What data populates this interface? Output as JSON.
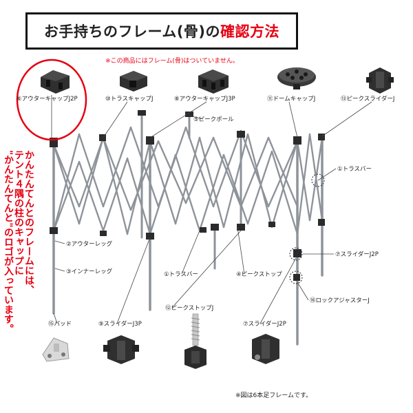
{
  "title": {
    "part1": "お手持ちのフレーム(骨)の",
    "part2": "確認方法"
  },
  "notice": "※この商品にはフレーム(骨)はついていません。",
  "side_note": {
    "lines": [
      "かんたんてんとのフレームには、",
      "テント４隅の柱のキャップに",
      "\"かんたんてんと\"のロゴが入っています。"
    ]
  },
  "parts": {
    "p6": "⑥アウターキャップJ2P",
    "p10": "⑩トラスキャップJ",
    "p8": "⑧アウターキャップJ3P",
    "p11": "⑪ドームキャップJ",
    "p13": "⑬ピークスライダーJ",
    "p5": "⑤ピークポール",
    "p1a": "①トラスバー",
    "p2": "②アウターレッグ",
    "p3": "③インナーレッグ",
    "p7a": "⑦スライダーJ2P",
    "p1b": "①トラスバー",
    "p4": "④ピークストップ",
    "p16": "⑯ロックアジャスターJ",
    "p12": "⑫ピークストップJ",
    "p15": "⑮パッド",
    "p9": "⑨スライダーJ3P",
    "p7b": "⑦スライダーJ2P"
  },
  "footnote": "※図は6本足フレームです。",
  "colors": {
    "accent": "#e60012",
    "frame": "#8e939a",
    "cap": "#2b2b2b"
  }
}
